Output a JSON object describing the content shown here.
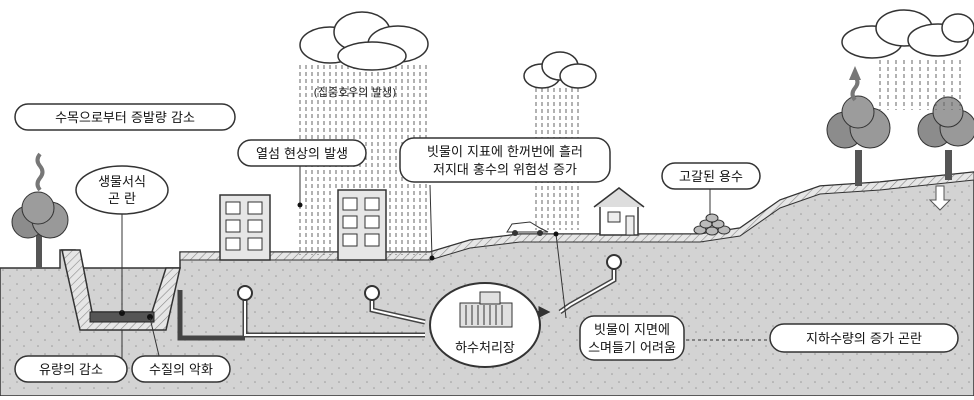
{
  "labels": {
    "evapotranspiration": "수목으로부터 증발량 감소",
    "habitat": [
      "생물서식",
      "곤 란"
    ],
    "heat_island": "열섬 현상의 발생",
    "downpour": "(집중호우의 발생)",
    "runoff": [
      "빗물이 지표에 한꺼번에 흘러",
      "저지대 홍수의 위험성 증가"
    ],
    "springs": "고갈된 용수",
    "infiltration": [
      "빗물이 지면에",
      "스며들기 어려움"
    ],
    "groundwater": "지하수량의 증가 곤란",
    "flow": "유량의 감소",
    "water_quality": "수질의 악화",
    "treatment_plant": "하수처리장"
  },
  "colors": {
    "ground": "#d3d3d3",
    "cloud": "#ffffff",
    "outline": "#333333",
    "tree": "#8c8c8c",
    "building": "#dcdcdc"
  }
}
